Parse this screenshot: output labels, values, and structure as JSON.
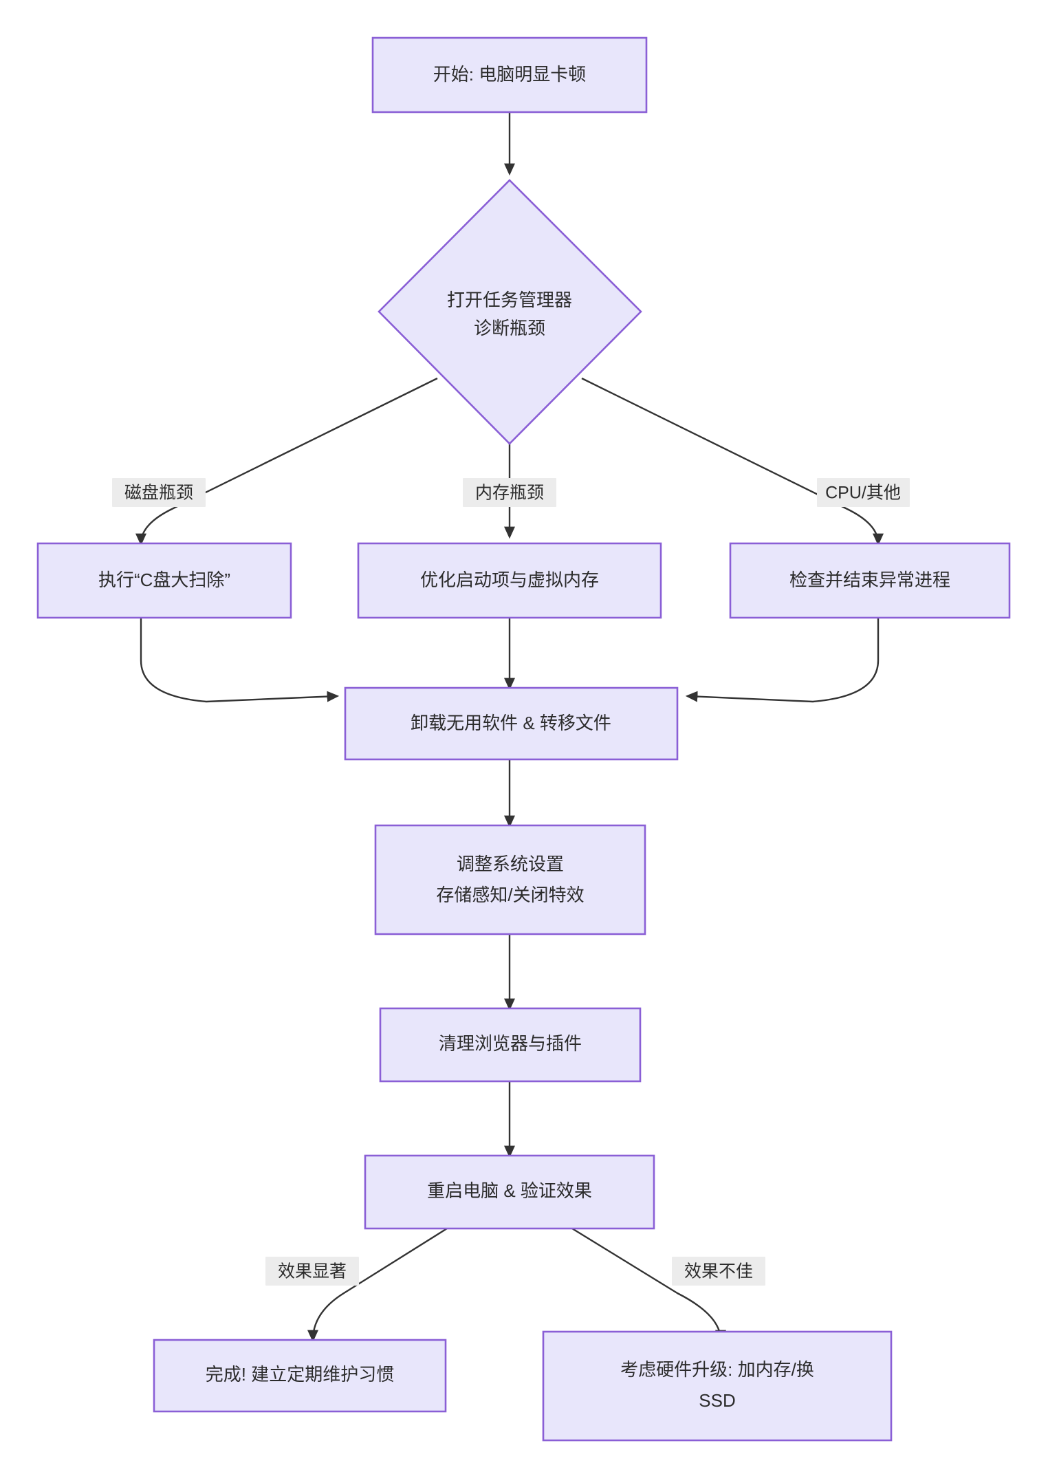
{
  "diagram": {
    "kind": "flowchart",
    "direction": "top-to-bottom",
    "theme": {
      "node_fill": "#e8e6fb",
      "node_border": "#8a5fd6",
      "edge_stroke": "#333333",
      "edge_label_bg": "#ececec",
      "text_color": "#2b2b2b",
      "background": "#ffffff"
    },
    "nodes": {
      "start": {
        "label": "开始: 电脑明显卡顿",
        "shape": "rect"
      },
      "diagnose_line1": {
        "label": "打开任务管理器"
      },
      "diagnose_line2": {
        "label": "诊断瓶颈"
      },
      "disk": {
        "label": "执行“C盘大扫除”",
        "shape": "rect"
      },
      "memory": {
        "label": "优化启动项与虚拟内存",
        "shape": "rect"
      },
      "cpu": {
        "label": "检查并结束异常进程",
        "shape": "rect"
      },
      "uninstall": {
        "label": "卸载无用软件 & 转移文件",
        "shape": "rect"
      },
      "settings_line1": {
        "label": "调整系统设置"
      },
      "settings_line2": {
        "label": "存储感知/关闭特效"
      },
      "browser": {
        "label": "清理浏览器与插件",
        "shape": "rect"
      },
      "restart": {
        "label": "重启电脑 & 验证效果",
        "shape": "rect"
      },
      "done": {
        "label": "完成! 建立定期维护习惯",
        "shape": "rect"
      },
      "upgrade_line1": {
        "label": "考虑硬件升级: 加内存/换"
      },
      "upgrade_line2": {
        "label": "SSD"
      }
    },
    "edge_labels": {
      "disk_branch": "磁盘瓶颈",
      "memory_branch": "内存瓶颈",
      "cpu_branch": "CPU/其他",
      "good_result": "效果显著",
      "bad_result": "效果不佳"
    }
  }
}
